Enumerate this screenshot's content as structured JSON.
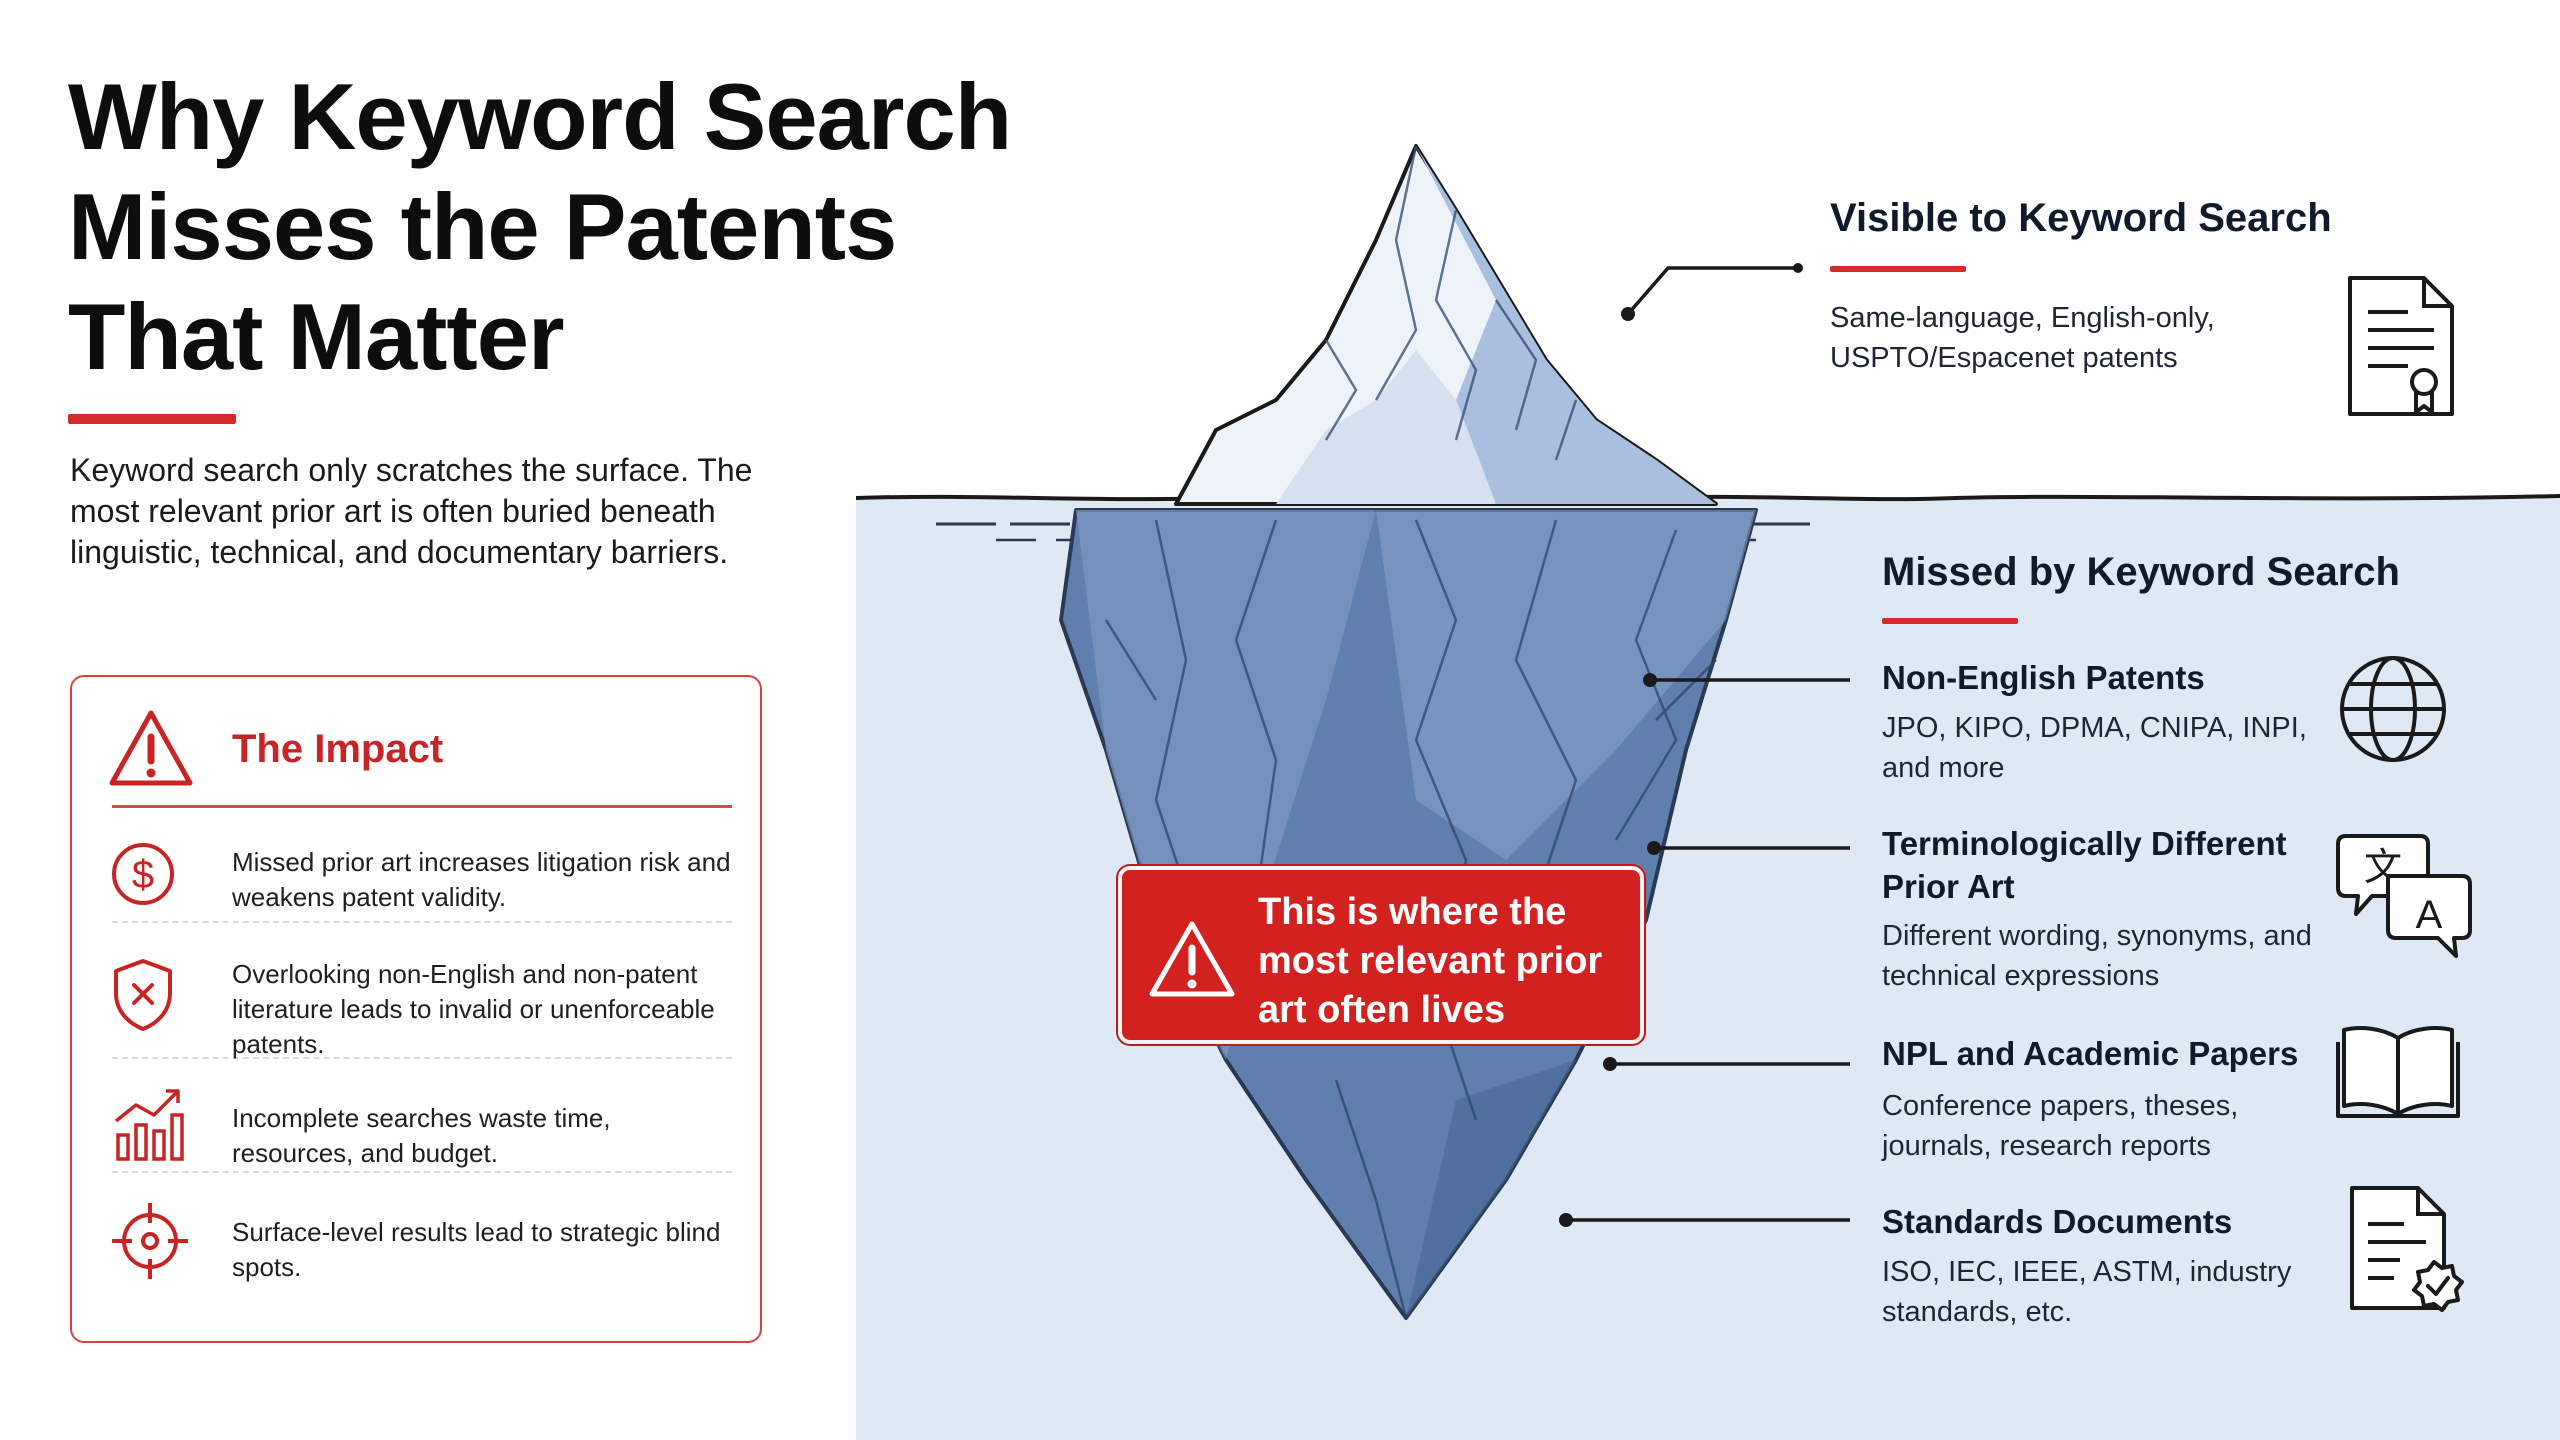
{
  "title": "Why Keyword Search Misses the Patents That Matter",
  "intro": "Keyword search only scratches the surface. The most relevant prior art is often buried beneath linguistic, technical, and documentary barriers.",
  "impact": {
    "heading": "The Impact",
    "items": [
      {
        "icon": "dollar-icon",
        "text": "Missed prior art increases litigation risk and weakens patent validity."
      },
      {
        "icon": "shield-x-icon",
        "text": "Overlooking non-English and non-patent literature leads to invalid or unenforceable patents."
      },
      {
        "icon": "chart-arrow-icon",
        "text": "Incomplete searches waste time, resources, and budget."
      },
      {
        "icon": "target-icon",
        "text": "Surface-level results lead to strategic blind spots."
      }
    ]
  },
  "visible": {
    "heading": "Visible to Keyword Search",
    "desc": "Same-language, English-only, USPTO/Espacenet patents"
  },
  "missed": {
    "heading": "Missed by Keyword Search",
    "items": [
      {
        "title": "Non-English Patents",
        "desc": "JPO, KIPO, DPMA, CNIPA, INPI, and more",
        "icon": "globe-icon"
      },
      {
        "title": "Terminologically Different Prior Art",
        "desc": "Different wording, synonyms, and technical expressions",
        "icon": "translate-icon"
      },
      {
        "title": "NPL and Academic Papers",
        "desc": "Conference papers, theses, journals, research reports",
        "icon": "book-icon"
      },
      {
        "title": "Standards Documents",
        "desc": "ISO, IEC, IEEE, ASTM, industry standards, etc.",
        "icon": "certified-document-icon"
      }
    ]
  },
  "callout": "This is where the most relevant prior art often lives",
  "colors": {
    "accent": "#d42a2a",
    "water": "#dfe9f5",
    "ice_deep": "#4e6f9e"
  }
}
